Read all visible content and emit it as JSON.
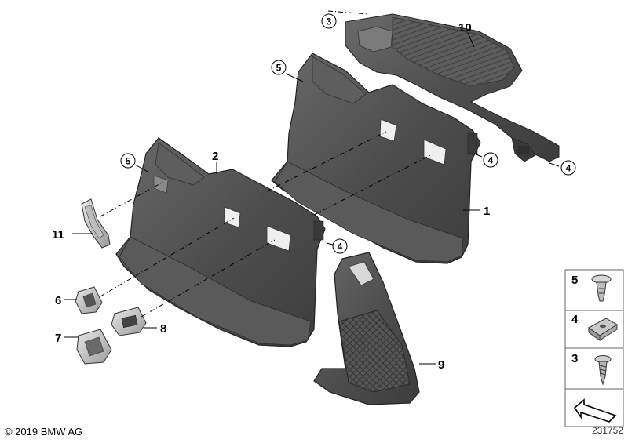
{
  "diagram": {
    "parts": {
      "p1": "1",
      "p2": "2",
      "p6": "6",
      "p7": "7",
      "p8": "8",
      "p9": "9",
      "p10": "10",
      "p11": "11"
    },
    "callouts": {
      "c3": "3",
      "c4a": "4",
      "c4b": "4",
      "c4c": "4",
      "c5a": "5",
      "c5b": "5"
    },
    "legend": {
      "l5": "5",
      "l4": "4",
      "l3": "3"
    },
    "copyright": "© 2019 BMW AG",
    "reference_number": "231752",
    "colors": {
      "panel": "#4a4a4a",
      "panel_edge": "#2a2a2a",
      "panel_light": "#6b6b6b",
      "net": "#3a3a3a"
    }
  }
}
